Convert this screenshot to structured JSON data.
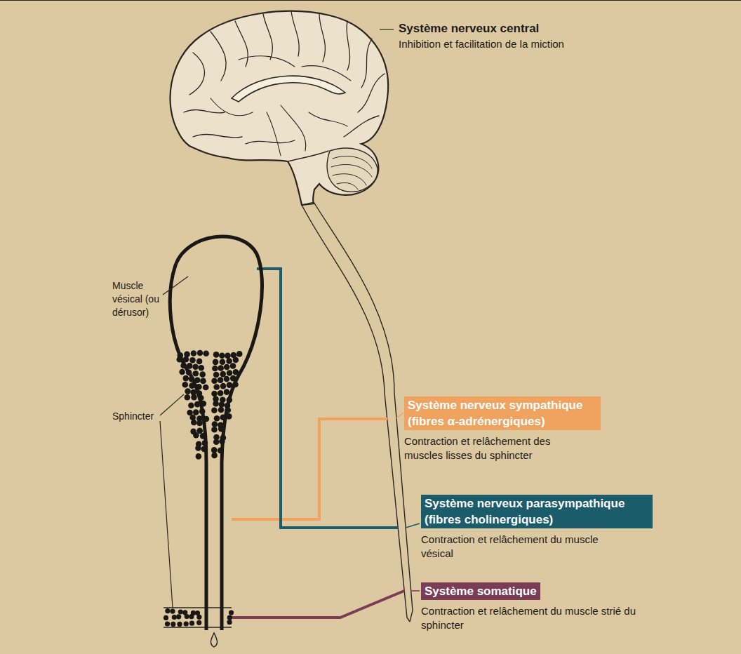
{
  "diagram": {
    "nodes": [
      {
        "text": [
          "Système nerveux sympathique (fibres α-adrénergiques)",
          "Contraction et relâchement des muscles lisses du sphincter"
        ]
      },
      {
        "text": [
          "Système nerveux parasympathique (fibres cholinergiques)",
          "Contraction et relâchement du muscle vésical"
        ]
      },
      {
        "text": [
          "Système somatique",
          "Contraction et relâchement du muscle strié du sphincter"
        ]
      }
    ],
    "labels": [
      "Système nerveux central",
      "Inhibition et facilitation de la miction",
      "Muscle vésical (ou dérusor)",
      "Sphincter"
    ]
  }
}
